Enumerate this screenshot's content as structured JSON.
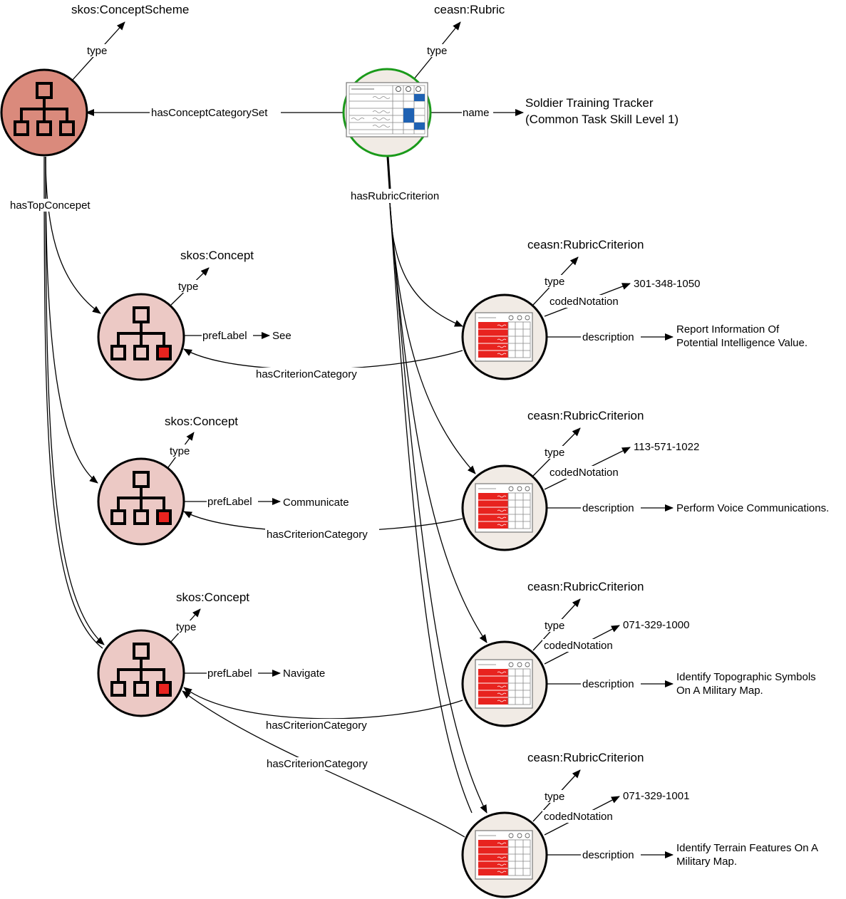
{
  "colors": {
    "scheme_fill": "#da8a7c",
    "concept_fill": "#ecc9c5",
    "rubric_fill": "#f1ebe5",
    "rubric_border": "#1a9a1a",
    "red": "#e8231f",
    "blue": "#1f62b3"
  },
  "scheme": {
    "type_target": "skos:ConceptScheme",
    "type_label": "type",
    "top_concept_label": "hasTopConcepet",
    "icon": "hierarchy-icon"
  },
  "rubric": {
    "type_target": "ceasn:Rubric",
    "type_label": "type",
    "name_label": "name",
    "name_line1": "Soldier Training Tracker",
    "name_line2": "(Common Task Skill Level 1)",
    "concept_set_label": "hasConceptCategorySet",
    "criterion_label": "hasRubricCriterion",
    "icon": "rubric-grid-icon"
  },
  "concepts": [
    {
      "type_target": "skos:Concept",
      "type_label": "type",
      "pref_label": "prefLabel",
      "value": "See"
    },
    {
      "type_target": "skos:Concept",
      "type_label": "type",
      "pref_label": "prefLabel",
      "value": "Communicate"
    },
    {
      "type_target": "skos:Concept",
      "type_label": "type",
      "pref_label": "prefLabel",
      "value": "Navigate"
    }
  ],
  "criteria": [
    {
      "type_target": "ceasn:RubricCriterion",
      "type_label": "type",
      "coded_label": "codedNotation",
      "coded_value": "301-348-1050",
      "desc_label": "description",
      "desc_line1": "Report Information Of",
      "desc_line2": "Potential Intelligence Value.",
      "category_label": "hasCriterionCategory"
    },
    {
      "type_target": "ceasn:RubricCriterion",
      "type_label": "type",
      "coded_label": "codedNotation",
      "coded_value": "113-571-1022",
      "desc_label": "description",
      "desc_line1": "Perform Voice Communications.",
      "desc_line2": "",
      "category_label": "hasCriterionCategory"
    },
    {
      "type_target": "ceasn:RubricCriterion",
      "type_label": "type",
      "coded_label": "codedNotation",
      "coded_value": "071-329-1000",
      "desc_label": "description",
      "desc_line1": "Identify Topographic Symbols",
      "desc_line2": "On A Military Map.",
      "category_label": "hasCriterionCategory"
    },
    {
      "type_target": "ceasn:RubricCriterion",
      "type_label": "type",
      "coded_label": "codedNotation",
      "coded_value": "071-329-1001",
      "desc_label": "description",
      "desc_line1": "Identify Terrain Features On A",
      "desc_line2": "Military Map.",
      "category_label": "hasCriterionCategory"
    }
  ]
}
